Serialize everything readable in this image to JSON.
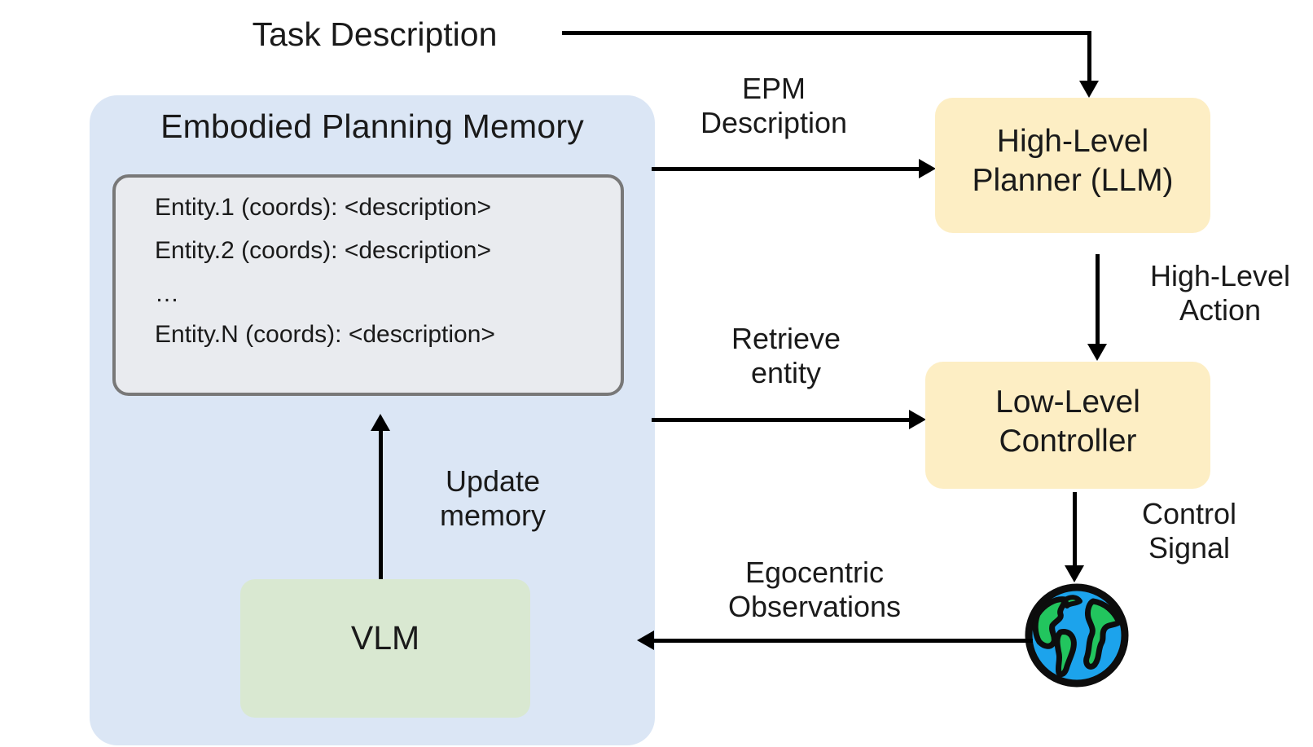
{
  "diagram": {
    "title": "Embodied Planning Memory agent architecture",
    "colors": {
      "epm_panel_blue": "#dbe6f5",
      "entity_box_gray": "#e9ebef",
      "entity_box_border": "#787878",
      "vlm_green": "#d9e8d1",
      "module_yellow": "#fdeec4",
      "arrow_black": "#000000",
      "text_black": "#1a1a1a",
      "globe_ocean": "#1ca3ec",
      "globe_land": "#22c55e"
    }
  },
  "task_description": {
    "label": "Task Description"
  },
  "epm": {
    "title": "Embodied Planning Memory",
    "entities": [
      "Entity.1 (coords): <description>",
      "Entity.2 (coords): <description>",
      "…",
      "Entity.N (coords): <description>"
    ]
  },
  "vlm": {
    "label": "VLM"
  },
  "modules": {
    "planner": {
      "line1": "High-Level",
      "line2": "Planner (LLM)"
    },
    "controller": {
      "line1": "Low-Level",
      "line2": "Controller"
    }
  },
  "world": {
    "icon": "globe-icon"
  },
  "edges": {
    "epm_description": {
      "line1": "EPM",
      "line2": "Description"
    },
    "high_level_action": {
      "line1": "High-Level",
      "line2": "Action"
    },
    "retrieve_entity": {
      "line1": "Retrieve",
      "line2": "entity"
    },
    "control_signal": {
      "line1": "Control",
      "line2": "Signal"
    },
    "egocentric_observations": {
      "line1": "Egocentric",
      "line2": "Observations"
    },
    "update_memory": {
      "line1": "Update",
      "line2": "memory"
    }
  }
}
